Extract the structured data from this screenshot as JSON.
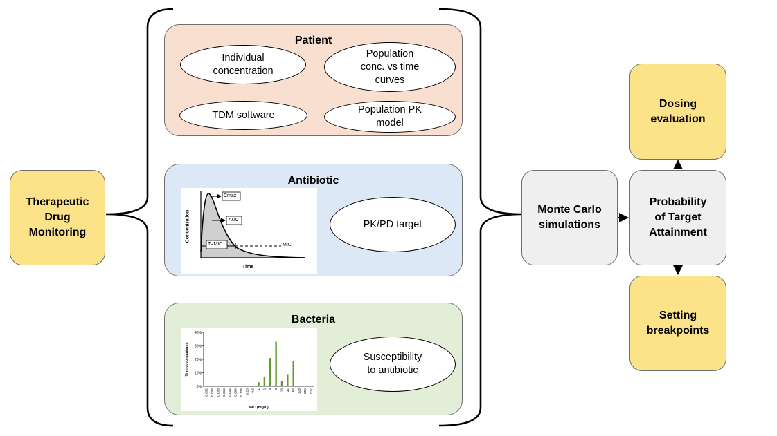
{
  "tdm": {
    "label": "Therapeutic\nDrug\nMonitoring"
  },
  "patient": {
    "title": "Patient",
    "individual": "Individual\nconcentration",
    "population_curves": "Population\nconc. vs time\ncurves",
    "tdm_software": "TDM software",
    "pop_pk_model": "Population PK\nmodel"
  },
  "antibiotic": {
    "title": "Antibiotic",
    "target": "PK/PD target",
    "plot": {
      "ylabel": "Concentration",
      "xlabel": "Time",
      "cmax": "Cmax",
      "auc": "AUC",
      "tmic": "T>MIC",
      "mic": "MIC"
    }
  },
  "bacteria": {
    "title": "Bacteria",
    "susceptibility": "Susceptibility\nto antibiotic"
  },
  "monte_carlo": {
    "label": "Monte Carlo\nsimulations"
  },
  "pta": {
    "label": "Probability\nof Target\nAttainment"
  },
  "dosing": {
    "label": "Dosing\nevaluation"
  },
  "breakpoints": {
    "label": "Setting\nbreakpoints"
  },
  "colors": {
    "yellow": "#fce38a",
    "patient_bg": "#f9dfd0",
    "antibiotic_bg": "#dce8f5",
    "bacteria_bg": "#e2eed8",
    "grey": "#efefef",
    "bar_green": "#5e9b2e"
  },
  "chart_data": {
    "type": "bar",
    "ylabel": "% microorganisms",
    "xlabel": "MIC (mg/L)",
    "yticks": [
      "0%",
      "10%",
      "20%",
      "30%",
      "40%"
    ],
    "ylim": [
      0,
      40
    ],
    "categories": [
      "0.002",
      "0.004",
      "0.008",
      "0.016",
      "0.032",
      "0.064",
      "0.125",
      "0.25",
      "0.5",
      "1",
      "2",
      "4",
      "8",
      "16",
      "32",
      "64",
      "128",
      "256",
      "512"
    ],
    "values": [
      0,
      0,
      0,
      0,
      0,
      0,
      0,
      0,
      0,
      3,
      7,
      21,
      33,
      4,
      9,
      19,
      0,
      0,
      0
    ]
  }
}
